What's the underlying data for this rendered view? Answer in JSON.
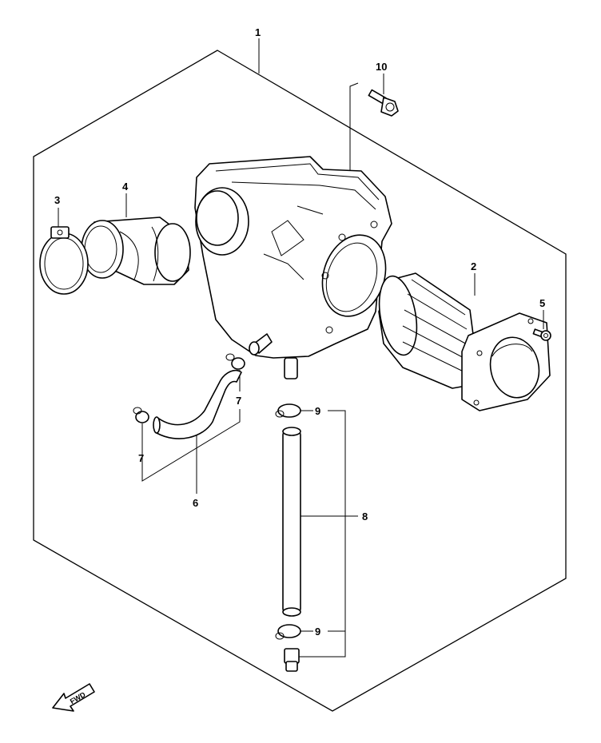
{
  "diagram": {
    "callouts": {
      "c1": "1",
      "c2": "2",
      "c3": "3",
      "c4": "4",
      "c5": "5",
      "c6": "6",
      "c7a": "7",
      "c7b": "7",
      "c8": "8",
      "c9a": "9",
      "c9b": "9",
      "c10": "10"
    },
    "fwd_label": "FWD"
  }
}
